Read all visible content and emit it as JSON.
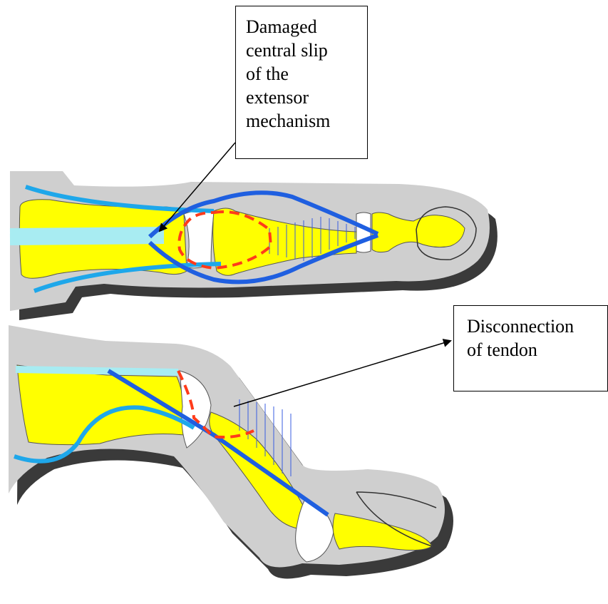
{
  "labels": {
    "top": {
      "lines": [
        "Damaged",
        "central slip",
        "of the",
        "extensor",
        "mechanism"
      ]
    },
    "right": {
      "lines": [
        "Disconnection",
        "of tendon"
      ]
    }
  },
  "colors": {
    "soft_tissue": "#cfcfcf",
    "shadow": "#3a3a3a",
    "bone": "#ffff00",
    "joint_cartilage": "#ffffff",
    "tendon_light": "#a8ecf2",
    "tendon_mid": "#1ea7ea",
    "tendon_dark": "#1f5fe0",
    "damage_outline": "#ff3b1a",
    "arrow": "#000000"
  }
}
